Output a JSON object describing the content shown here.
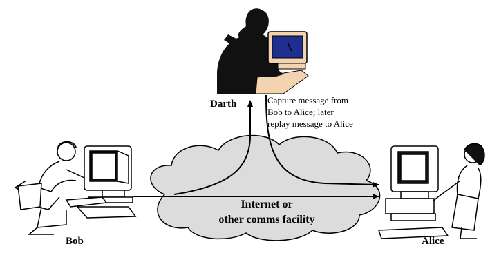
{
  "actors": {
    "bob": "Bob",
    "darth": "Darth",
    "alice": "Alice"
  },
  "cloud": {
    "line1": "Internet or",
    "line2": "other comms facility"
  },
  "annotation": {
    "line1": "Capture message from",
    "line2": "Bob to Alice; later",
    "line3": "replay message to Alice"
  },
  "colors": {
    "cloud_fill": "#dcdcdc",
    "stroke": "#000000",
    "silhouette": "#111111",
    "screen": "#1f2f8f",
    "tint": "#f3d3b0"
  }
}
